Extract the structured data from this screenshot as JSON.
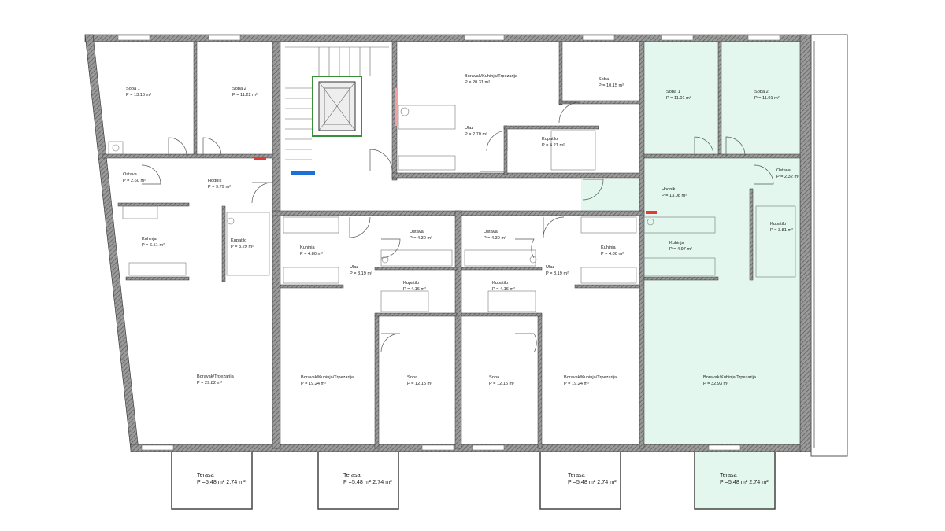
{
  "colors": {
    "highlight_unit": "#e3f7ee",
    "terrace_highlight": "#e3f7ee",
    "wall": "#555555",
    "wall_hatch": "#8a8a8a",
    "marker_red": "#e53935",
    "marker_blue": "#1e6fd6",
    "stair_green": "#3a8f3a"
  },
  "rooms": {
    "u1_soba1": {
      "name": "Soba 1",
      "area": "P = 13.16 m²"
    },
    "u1_soba2": {
      "name": "Soba 2",
      "area": "P = 11.22 m²"
    },
    "u1_ostava": {
      "name": "Ostava",
      "area": "P = 2.60 m²"
    },
    "u1_hodnik": {
      "name": "Hodnik",
      "area": "P = 9.79 m²"
    },
    "u1_kuhinja": {
      "name": "Kuhinja",
      "area": "P = 6.51 m²"
    },
    "u1_kupatilo": {
      "name": "Kupatilo",
      "area": "P = 3.29 m²"
    },
    "u1_boravak": {
      "name": "Boravak/Trpezarija",
      "area": "P = 29.82 m²"
    },
    "top_boravak": {
      "name": "Boravak/Kuhinja/Trpezarija",
      "area": "P = 20.31 m²"
    },
    "top_soba": {
      "name": "Soba",
      "area": "P = 10.15 m²"
    },
    "top_ulaz": {
      "name": "Ulaz",
      "area": "P = 2.70 m²"
    },
    "top_kupatilo": {
      "name": "Kupatilo",
      "area": "P = 4.21 m²"
    },
    "u2_kuhinja": {
      "name": "Kuhinja",
      "area": "P = 4.80 m²"
    },
    "u2_ulaz": {
      "name": "Ulaz",
      "area": "P = 3.19 m²"
    },
    "u2_ostava": {
      "name": "Ostava",
      "area": "P = 4.30 m²"
    },
    "u2_kupatilo": {
      "name": "Kupatilo",
      "area": "P = 4.16 m²"
    },
    "u2_boravak": {
      "name": "Boravak/Kuhinja/Trpezarija",
      "area": "P = 19.24 m²"
    },
    "u2_soba": {
      "name": "Soba",
      "area": "P = 12.15 m²"
    },
    "u3_ostava": {
      "name": "Ostava",
      "area": "P = 4.30 m²"
    },
    "u3_kupatilo": {
      "name": "Kupatilo",
      "area": "P = 4.16 m²"
    },
    "u3_soba": {
      "name": "Soba",
      "area": "P = 12.15 m²"
    },
    "u3_ulaz": {
      "name": "Ulaz",
      "area": "P = 3.19 m²"
    },
    "u3_kuhinja": {
      "name": "Kuhinja",
      "area": "P = 4.80 m²"
    },
    "u3_boravak": {
      "name": "Boravak/Kuhinja/Trpezarija",
      "area": "P = 19.24 m²"
    },
    "u4_soba1": {
      "name": "Soba 1",
      "area": "P = 11.01 m²"
    },
    "u4_soba2": {
      "name": "Soba 2",
      "area": "P = 11.01 m²"
    },
    "u4_hodnik": {
      "name": "Hodnik",
      "area": "P = 13.08 m²"
    },
    "u4_ostava": {
      "name": "Ostava",
      "area": "P = 2.32 m²"
    },
    "u4_kupatilo": {
      "name": "Kupatilo",
      "area": "P = 3.81 m²"
    },
    "u4_kuhinja": {
      "name": "Kuhinja",
      "area": "P = 4.97 m²"
    },
    "u4_boravak": {
      "name": "Boravak/Kuhinja/Trpezarija",
      "area": "P = 32.93 m²"
    }
  },
  "terraces": [
    {
      "name": "Terasa",
      "area": "P =5.48 m² 2.74 m²"
    },
    {
      "name": "Terasa",
      "area": "P =5.48 m² 2.74 m²"
    },
    {
      "name": "Terasa",
      "area": "P =5.48 m² 2.74 m²"
    },
    {
      "name": "Terasa",
      "area": "P =5.48 m² 2.74 m²"
    }
  ]
}
